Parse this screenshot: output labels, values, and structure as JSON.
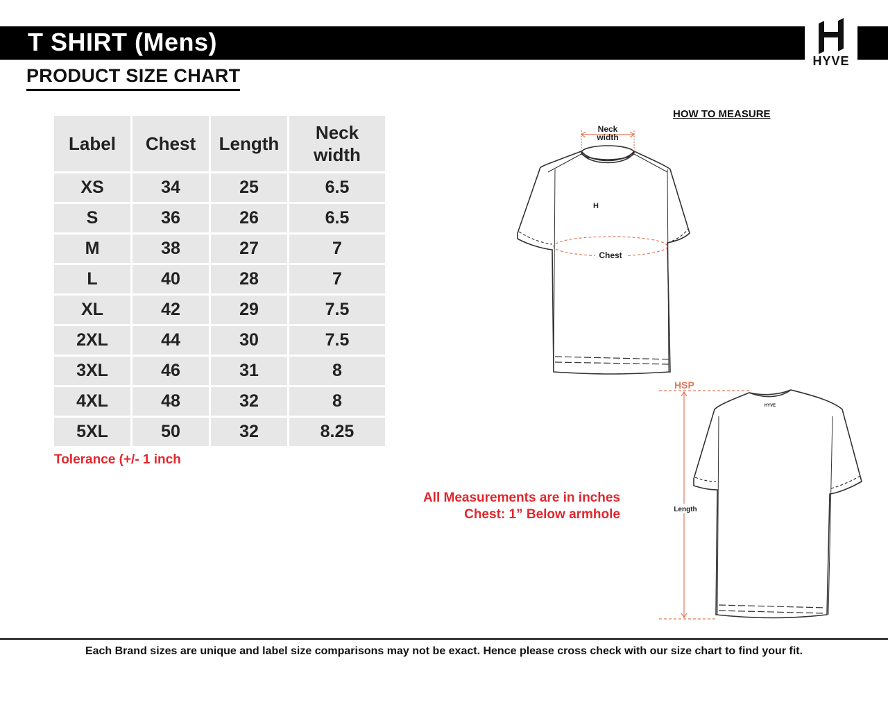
{
  "header": {
    "title": "T SHIRT (Mens)",
    "subtitle": "PRODUCT SIZE CHART",
    "brand": "HYVE"
  },
  "size_table": {
    "columns": [
      "Label",
      "Chest",
      "Length",
      "Neck width"
    ],
    "rows": [
      [
        "XS",
        "34",
        "25",
        "6.5"
      ],
      [
        "S",
        "36",
        "26",
        "6.5"
      ],
      [
        "M",
        "38",
        "27",
        "7"
      ],
      [
        "L",
        "40",
        "28",
        "7"
      ],
      [
        "XL",
        "42",
        "29",
        "7.5"
      ],
      [
        "2XL",
        "44",
        "30",
        "7.5"
      ],
      [
        "3XL",
        "46",
        "31",
        "8"
      ],
      [
        "4XL",
        "48",
        "32",
        "8"
      ],
      [
        "5XL",
        "50",
        "32",
        "8.25"
      ]
    ],
    "tolerance": "Tolerance (+/- 1 inch"
  },
  "notes": {
    "line1": "All Measurements are in inches",
    "line2": "Chest: 1” Below armhole"
  },
  "how_to_measure": {
    "heading": "HOW TO MEASURE",
    "front": {
      "neck_label_1": "Neck",
      "neck_label_2": "width",
      "chest_label": "Chest",
      "logo_mark": "H"
    },
    "back": {
      "hsp_label": "HSP",
      "length_label": "Length",
      "logo_text": "HYVE"
    }
  },
  "footer": "Each Brand sizes are unique and label size comparisons may not be exact. Hence please cross check with our size chart to find your fit.",
  "colors": {
    "accent_red": "#e0282e",
    "measure_orange": "#e07a5a",
    "cell_bg": "#e7e7e8"
  }
}
